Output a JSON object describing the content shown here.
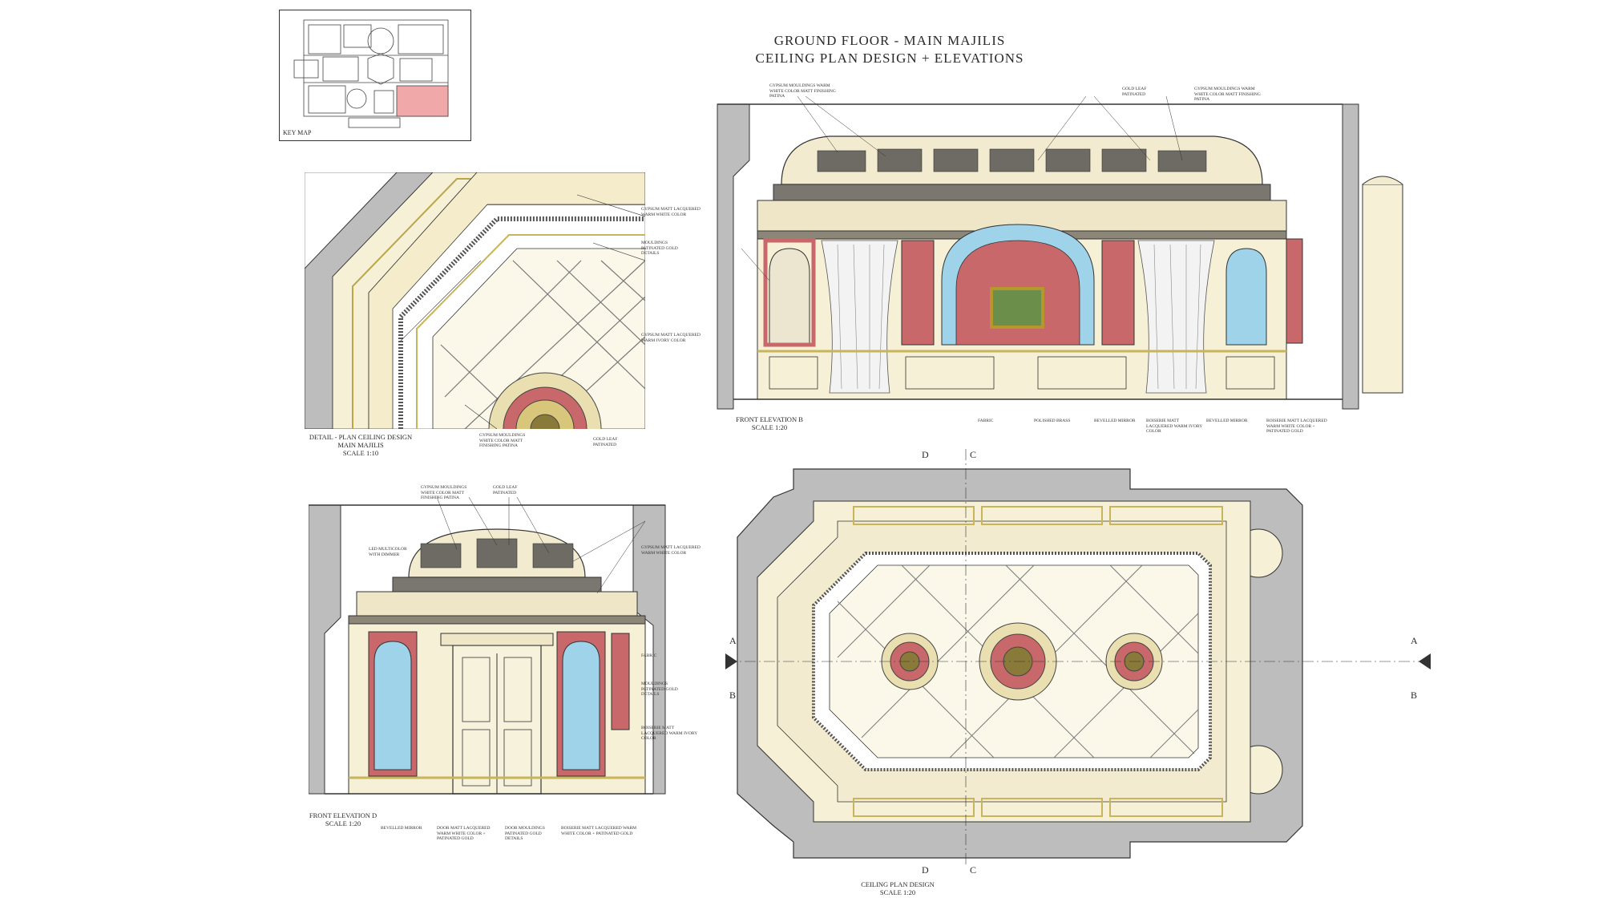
{
  "title": {
    "line1": "GROUND FLOOR - MAIN MAJILIS",
    "line2": "CEILING PLAN DESIGN + ELEVATIONS"
  },
  "key_map": {
    "label": "KEY MAP"
  },
  "detail": {
    "caption1": "DETAIL - PLAN CEILING DESIGN",
    "caption2": "MAIN MAJILIS",
    "scale": "SCALE 1:10"
  },
  "elevation_b": {
    "caption": "FRONT ELEVATION B",
    "scale": "SCALE 1:20"
  },
  "elevation_d": {
    "caption": "FRONT ELEVATION D",
    "scale": "SCALE 1:20"
  },
  "plan": {
    "caption": "CEILING PLAN DESIGN",
    "scale": "SCALE 1:20"
  },
  "section_marks": {
    "A": "A",
    "B": "B",
    "C": "C",
    "D": "D"
  },
  "colors": {
    "line": "#2e2e2e",
    "wall": "#bdbdbd",
    "cream": "#f6f0d6",
    "gold": "#c8b45a",
    "red": "#c9686a",
    "glass": "#9fd3ea",
    "keymap_highlight": "#f0a8a8"
  }
}
